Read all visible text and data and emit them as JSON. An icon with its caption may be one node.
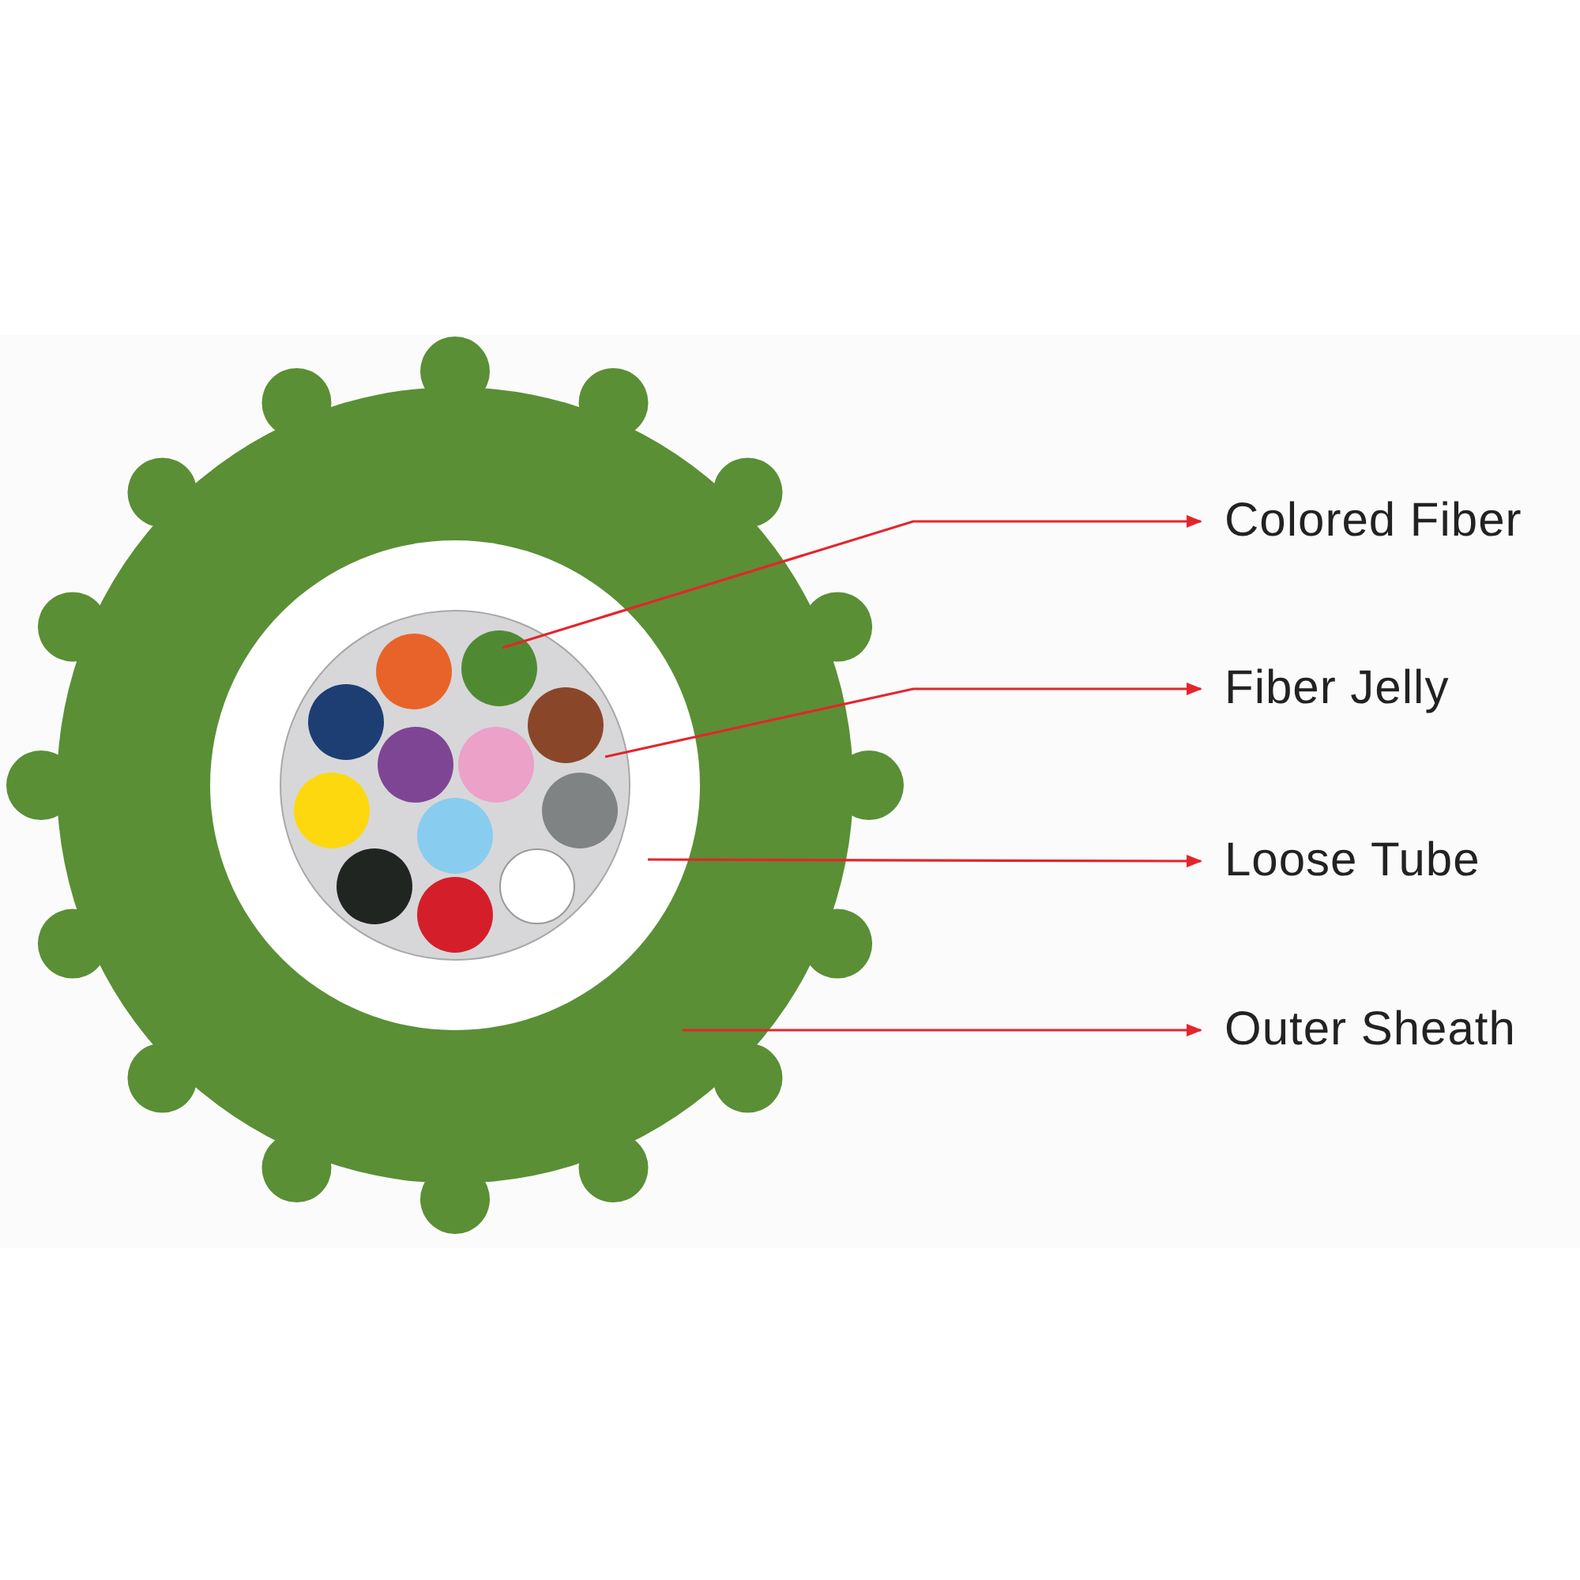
{
  "diagram": {
    "nodes": [
      {
        "text": [
          "Colored Fiber"
        ]
      },
      {
        "text": [
          "Fiber Jelly"
        ]
      },
      {
        "text": [
          "Loose Tube"
        ]
      },
      {
        "text": [
          "Outer Sheath"
        ]
      },
      {
        "text": [],
        "shape": "circle"
      },
      {
        "text": [],
        "shape": "circle",
        "in": 4
      },
      {
        "text": [],
        "shape": "circle",
        "in": 5
      },
      {
        "text": [],
        "shape": "circle",
        "in": 6
      },
      {
        "text": [],
        "shape": "circle",
        "in": 6
      },
      {
        "text": [],
        "shape": "circle",
        "in": 6
      },
      {
        "text": [],
        "shape": "circle",
        "in": 6
      },
      {
        "text": [],
        "shape": "circle",
        "in": 6
      },
      {
        "text": [],
        "shape": "circle",
        "in": 6
      },
      {
        "text": [],
        "shape": "circle",
        "in": 6
      },
      {
        "text": [],
        "shape": "circle",
        "in": 6
      },
      {
        "text": [],
        "shape": "circle",
        "in": 6
      },
      {
        "text": [],
        "shape": "circle",
        "in": 6
      },
      {
        "text": [],
        "shape": "circle",
        "in": 6
      },
      {
        "text": [],
        "shape": "circle",
        "in": 6
      }
    ],
    "edges": [
      {
        "from": 8,
        "to": 0,
        "arrow": "to"
      },
      {
        "from": 6,
        "to": 1,
        "arrow": "to"
      },
      {
        "from": 5,
        "to": 2,
        "arrow": "to"
      },
      {
        "from": 4,
        "to": 3,
        "arrow": "to"
      }
    ]
  }
}
